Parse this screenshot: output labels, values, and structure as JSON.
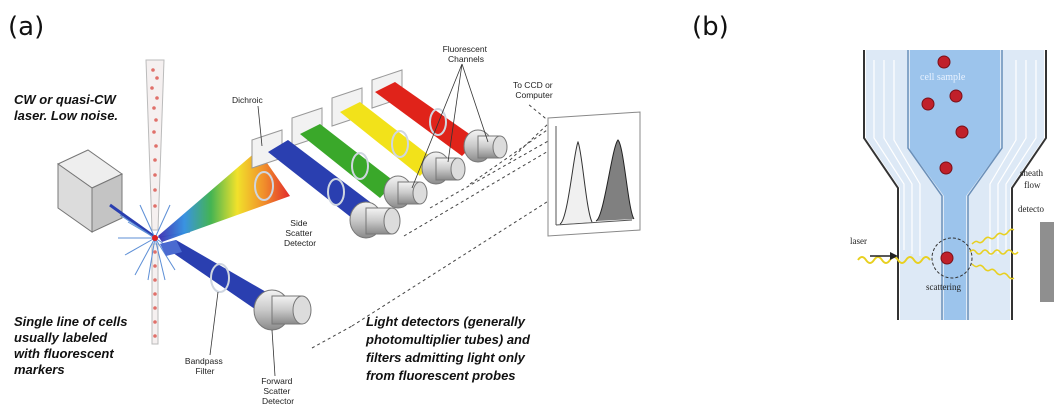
{
  "panels": {
    "a": {
      "label": "(a)",
      "laser_text": [
        "CW or quasi-CW",
        "laser. Low noise."
      ],
      "cells_text": [
        "Single line of cells",
        "usually labeled",
        "with fluorescent",
        "markers"
      ],
      "detectors_text": [
        "Light detectors (generally",
        "photomultiplier tubes) and",
        "filters admitting light only",
        "from fluorescent probes"
      ],
      "dichroic": "Dichroic",
      "fluorescent_channels": [
        "Fluorescent",
        "Channels"
      ],
      "to_ccd": [
        "To CCD or",
        "Computer"
      ],
      "side_scatter": [
        "Side",
        "Scatter",
        "Detector"
      ],
      "bandpass": [
        "Bandpass",
        "Filter"
      ],
      "forward_scatter": [
        "Forward",
        "Scatter",
        "Detector"
      ]
    },
    "b": {
      "label": "(b)",
      "cell_sample": "cell sample",
      "sheath_flow": [
        "sheath",
        "flow"
      ],
      "laser": "laser",
      "detector": "detecto",
      "scattering": "scattering"
    }
  },
  "colors": {
    "laser_blue": "#2a3fb0",
    "channel_red": "#e0231a",
    "channel_yellow": "#f2e21a",
    "channel_green": "#3aa82a",
    "flow_blue": "#9cc4ec",
    "cell_red": "#c0202a"
  }
}
